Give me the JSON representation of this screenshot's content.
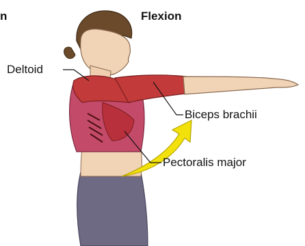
{
  "header": {
    "left_fragment": "n",
    "title": "Flexion"
  },
  "labels": {
    "deltoid": "Deltoid",
    "biceps": "Biceps brachii",
    "pectoralis": "Pectoralis major"
  },
  "colors": {
    "muscle": "#c23a3a",
    "skin": "#f1d3b5",
    "top": "#b03060",
    "pants": "#6e6a84",
    "arrow": "#f2e10a"
  }
}
